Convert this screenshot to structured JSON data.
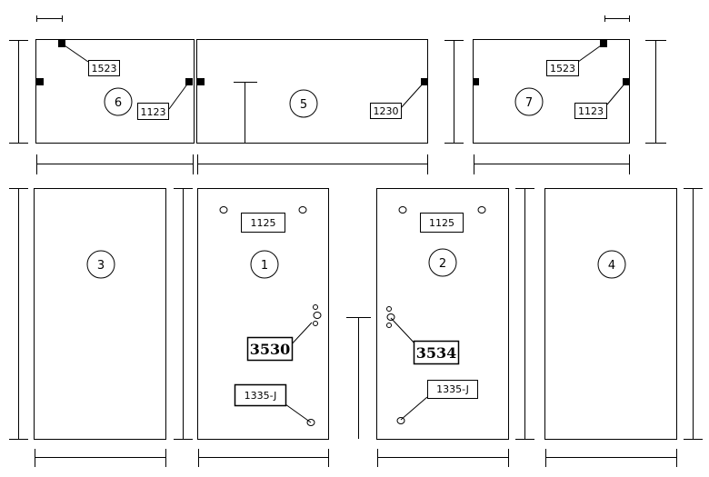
{
  "panels": [
    {
      "id": "6"
    },
    {
      "id": "5"
    },
    {
      "id": "7"
    },
    {
      "id": "3"
    },
    {
      "id": "1"
    },
    {
      "id": "2"
    },
    {
      "id": "4"
    }
  ],
  "labels": {
    "p6_top": "1523",
    "p6_side": "1123",
    "p5_side": "1230",
    "p7_top": "1523",
    "p7_side": "1123",
    "p1_top": "1125",
    "p1_mid": "3530",
    "p1_bottom": "1335-J",
    "p2_top": "1125",
    "p2_mid": "3534",
    "p2_bottom": "1335-J"
  }
}
